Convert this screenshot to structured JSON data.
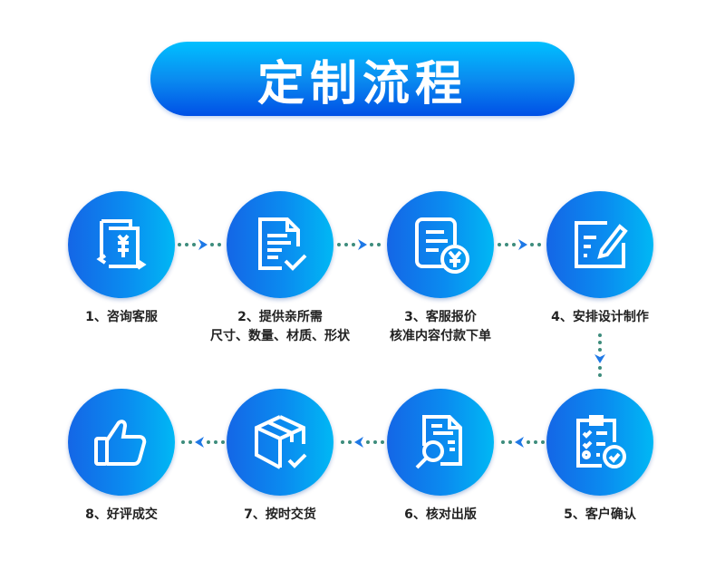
{
  "title": "定制流程",
  "steps": [
    {
      "label": "1、咨询客服",
      "icon": "quote-document-icon"
    },
    {
      "label": "2、提供亲所需",
      "sub": "尺寸、数量、材质、形状",
      "icon": "document-check-icon"
    },
    {
      "label": "3、客服报价",
      "sub": "核准内容付款下单",
      "icon": "price-document-icon"
    },
    {
      "label": "4、安排设计制作",
      "icon": "design-edit-icon"
    },
    {
      "label": "5、客户确认",
      "icon": "checklist-icon"
    },
    {
      "label": "6、核对出版",
      "icon": "document-search-icon"
    },
    {
      "label": "7、按时交货",
      "icon": "package-icon"
    },
    {
      "label": "8、好评成交",
      "icon": "thumbs-up-icon"
    }
  ],
  "colors": {
    "dot": "#3d8c7c",
    "arrow": "#1e78e6"
  }
}
